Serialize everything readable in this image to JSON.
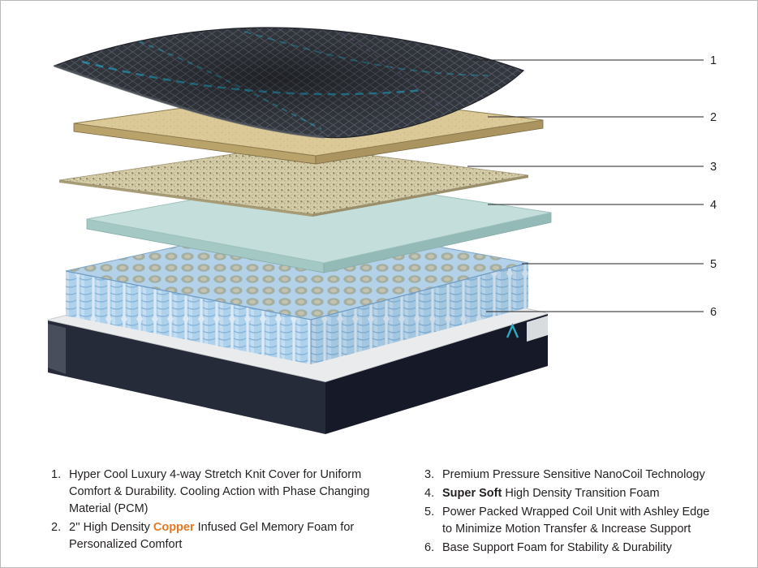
{
  "colors": {
    "copper": "#e87722",
    "text": "#231f20",
    "accent-teal": "#29b6d8",
    "coil-blue": "#aed1ec",
    "base-navy": "#232836",
    "foam-tan": "#dbc998",
    "foam-teal": "#c4dedb",
    "base-green": "#cfe7d8"
  },
  "callouts": [
    {
      "label": "1"
    },
    {
      "label": "2"
    },
    {
      "label": "3"
    },
    {
      "label": "4"
    },
    {
      "label": "5"
    },
    {
      "label": "6"
    }
  ],
  "legend": {
    "left": [
      {
        "num": "1.",
        "parts": [
          "Hyper Cool Luxury 4-way Stretch Knit Cover for Uniform Comfort & Durability. Cooling Action with Phase Changing Material (PCM)"
        ]
      },
      {
        "num": "2.",
        "parts": [
          "2'' High Density ",
          "Copper",
          " Infused Gel Memory Foam for Personalized Comfort"
        ]
      }
    ],
    "right": [
      {
        "num": "3.",
        "parts": [
          "Premium Pressure Sensitive NanoCoil Technology"
        ]
      },
      {
        "num": "4.",
        "parts": [
          "Super Soft",
          " High Density Transition Foam"
        ]
      },
      {
        "num": "5.",
        "parts": [
          "Power Packed Wrapped Coil Unit with Ashley Edge to Minimize Motion Transfer & Increase Support"
        ]
      },
      {
        "num": "6.",
        "parts": [
          "Base Support Foam for Stability & Durability"
        ]
      }
    ]
  }
}
